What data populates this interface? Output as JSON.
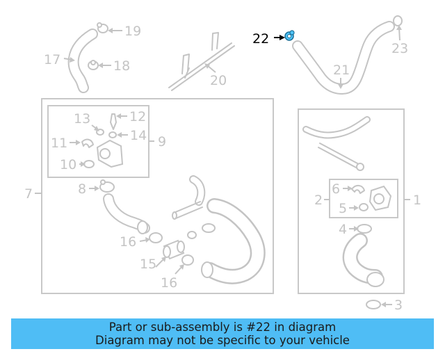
{
  "diagram": {
    "callouts": [
      "1",
      "2",
      "3",
      "4",
      "5",
      "6",
      "7",
      "8",
      "9",
      "10",
      "11",
      "12",
      "13",
      "14",
      "15",
      "16",
      "17",
      "18",
      "19",
      "20",
      "21",
      "22",
      "23"
    ],
    "highlighted_callout": "22",
    "colors": {
      "line": "#c4c4c4",
      "highlight": "#4fc3f7",
      "banner": "#4fbdf5"
    }
  },
  "banner": {
    "line1": "Part or sub-assembly is #22 in diagram",
    "line2": "Diagram may not be specific to your vehicle"
  }
}
